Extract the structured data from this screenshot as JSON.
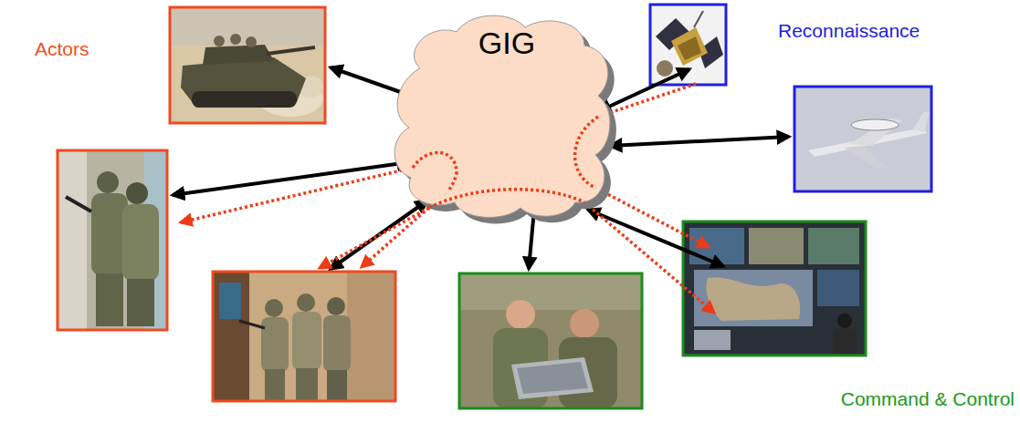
{
  "diagram": {
    "nodes": [
      {
        "text": [
          "GIG"
        ]
      }
    ],
    "labels": [
      "Actors",
      "Reconnaissance",
      "Command & Control"
    ]
  }
}
